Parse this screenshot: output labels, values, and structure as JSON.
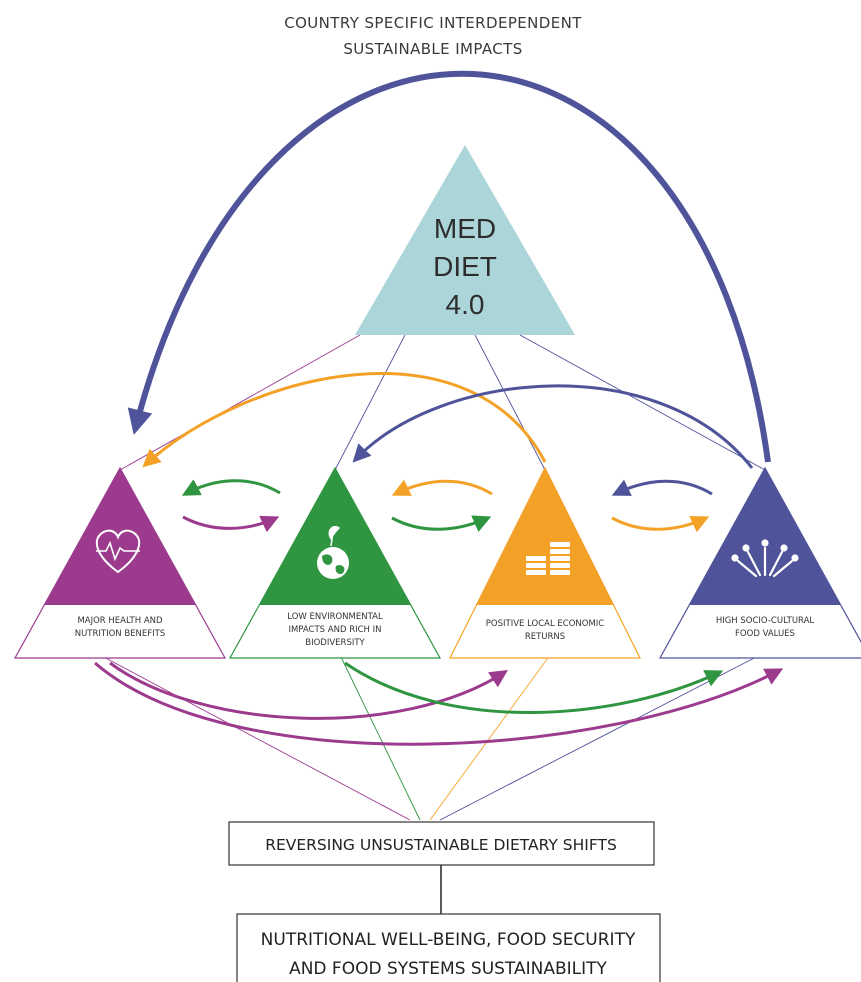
{
  "title": {
    "line1": "COUNTRY SPECIFIC INTERDEPENDENT",
    "line2": "SUSTAINABLE IMPACTS"
  },
  "center": {
    "line1": "MED",
    "line2": "DIET",
    "line3": "4.0",
    "color": "#acd5d9"
  },
  "pillars": [
    {
      "id": "health",
      "line1": "MAJOR HEALTH AND",
      "line2": "NUTRITION BENEFITS",
      "line3": "",
      "icon": "heart-pulse-icon",
      "color": "#9c3b8e"
    },
    {
      "id": "environment",
      "line1": "LOW ENVIRONMENTAL",
      "line2": "IMPACTS AND RICH IN",
      "line3": "BIODIVERSITY",
      "icon": "earth-leaf-icon",
      "color": "#2f9540"
    },
    {
      "id": "economic",
      "line1": "POSITIVE LOCAL ECONOMIC",
      "line2": "RETURNS",
      "line3": "",
      "icon": "coin-stacks-icon",
      "color": "#f4a227"
    },
    {
      "id": "sociocultural",
      "line1": "HIGH SOCIO-CULTURAL",
      "line2": "FOOD VALUES",
      "line3": "",
      "icon": "people-hands-icon",
      "color": "#4f539a"
    }
  ],
  "bottom_box": {
    "label": "REVERSING UNSUSTAINABLE DIETARY SHIFTS"
  },
  "outcome_box": {
    "line1": "NUTRITIONAL WELL-BEING, FOOD SECURITY",
    "line2": "AND FOOD SYSTEMS SUSTAINABILITY"
  }
}
